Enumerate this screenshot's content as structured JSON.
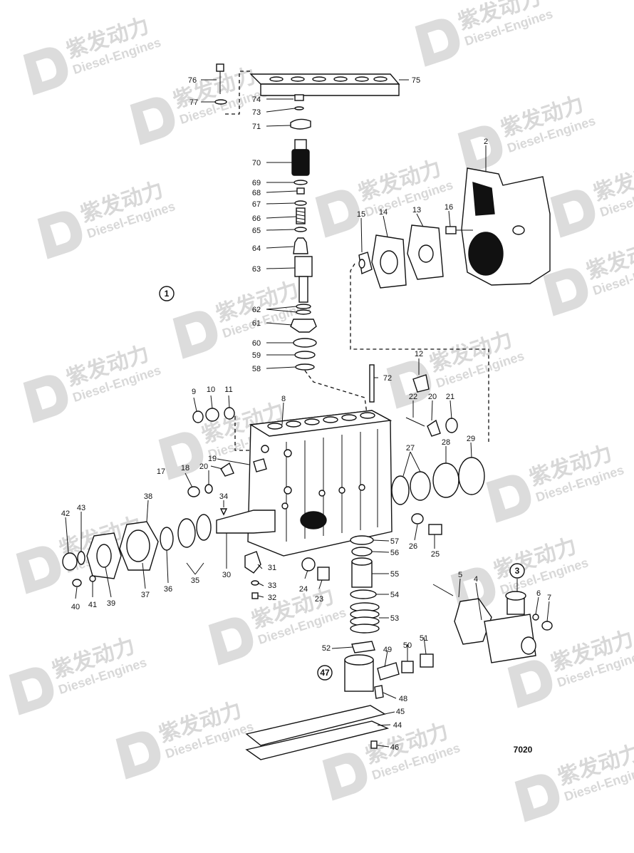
{
  "figure_number": "7020",
  "callouts": [
    "1",
    "3",
    "47"
  ],
  "watermark": {
    "brand": "紫发动力",
    "subtitle": "Diesel-Engines"
  },
  "labels": [
    "2",
    "4",
    "5",
    "6",
    "7",
    "8",
    "9",
    "10",
    "11",
    "12",
    "13",
    "14",
    "15",
    "16",
    "17",
    "18",
    "19",
    "20",
    "20",
    "21",
    "22",
    "23",
    "24",
    "25",
    "26",
    "27",
    "28",
    "29",
    "30",
    "31",
    "32",
    "33",
    "34",
    "35",
    "36",
    "37",
    "38",
    "39",
    "40",
    "41",
    "42",
    "43",
    "44",
    "45",
    "46",
    "48",
    "49",
    "50",
    "51",
    "52",
    "53",
    "54",
    "55",
    "56",
    "57",
    "58",
    "59",
    "60",
    "61",
    "62",
    "63",
    "64",
    "65",
    "66",
    "67",
    "68",
    "69",
    "70",
    "71",
    "72",
    "73",
    "74",
    "75",
    "76",
    "77"
  ]
}
